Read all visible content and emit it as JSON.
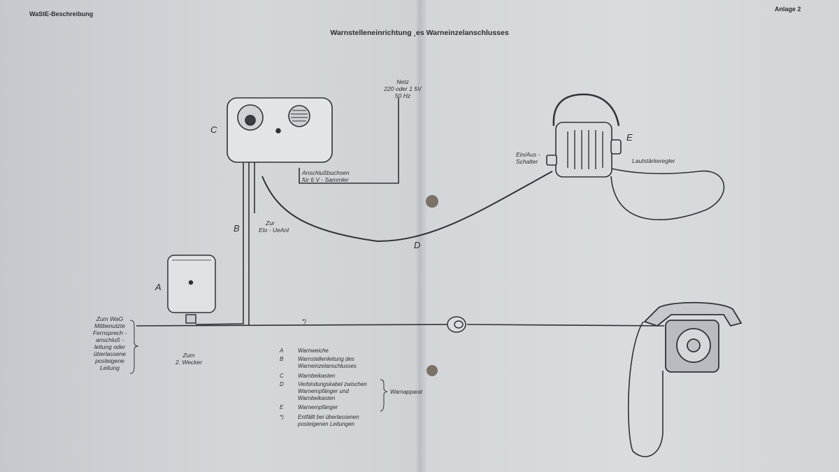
{
  "header": {
    "left": "WaStE-Beschreibung",
    "right": "Anlage 2"
  },
  "title": "Warnstelleneinrichtung ¸es Warneinzelanschlusses",
  "letters": {
    "a": "A",
    "b": "B",
    "c": "C",
    "d": "D",
    "e": "E"
  },
  "labels": {
    "netz": [
      "Netz",
      "220 oder 1 5V",
      "50 Hz"
    ],
    "anschluss": [
      "Anschlußbuchsen",
      "für 6 V - Sammler"
    ],
    "zur": [
      "Zur",
      "Elo - UeAnl"
    ],
    "einaus": [
      "Ein/Aus -",
      "Schalter"
    ],
    "lautstaerke": "Lautstärkeregler",
    "zum_wag": [
      "Zum WaG",
      "Mitbenutzte",
      "Fernsprech -",
      "anschluß -",
      "leitung oder",
      "überlassene",
      "posteigene",
      "Leitung"
    ],
    "zum_wecker": [
      "Zum",
      "2. Wecker"
    ],
    "star": "*)"
  },
  "legend": [
    {
      "key": "A",
      "text": [
        "Warnweiche"
      ]
    },
    {
      "key": "B",
      "text": [
        "Warnstellenleitung des",
        "Warneinzelanschlusses"
      ]
    },
    {
      "key": "C",
      "text": [
        "Warnbeikasten"
      ]
    },
    {
      "key": "D",
      "text": [
        "Verbindungskabel zwischen",
        "Warnempfänger und",
        "Warnbeikasten"
      ]
    },
    {
      "key": "E",
      "text": [
        "Warnempfänger"
      ]
    },
    {
      "key": "*)",
      "text": [
        "Entfällt bei überlassenen",
        "posteigenen Leitungen"
      ]
    }
  ],
  "legend_group": "Warnapparat"
}
